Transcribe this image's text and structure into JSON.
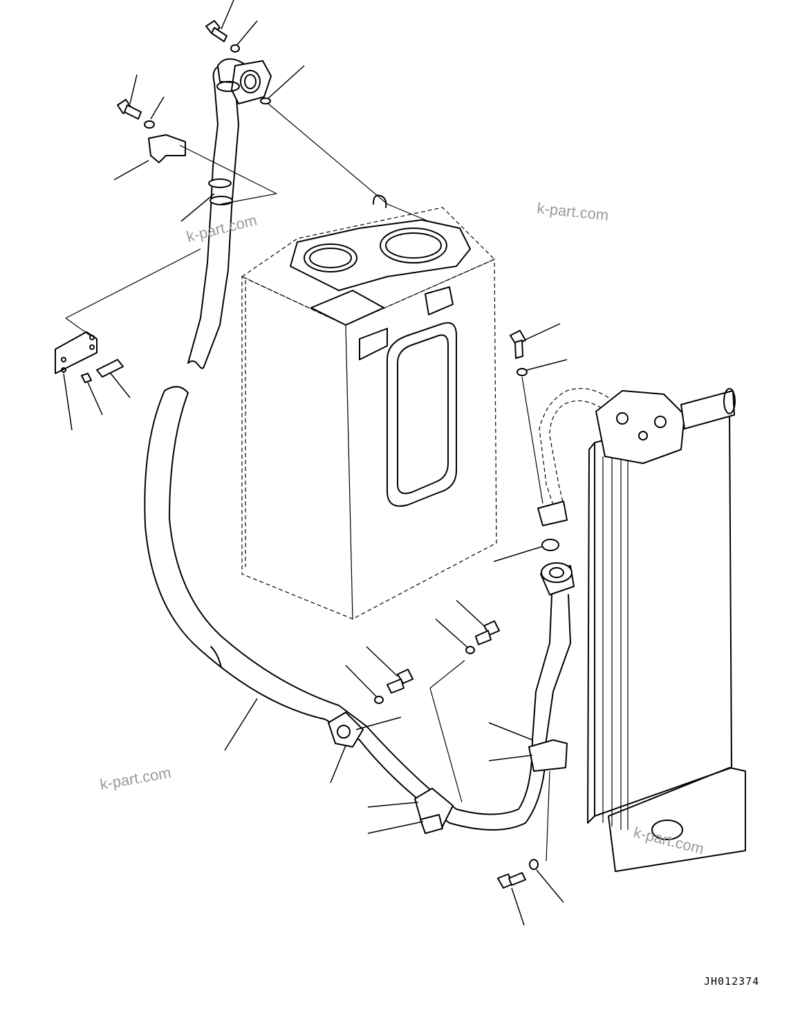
{
  "drawing_code": "JH012374",
  "watermarks": [
    "k-part.com",
    "k-part.com",
    "k-part.com",
    "k-part.com"
  ]
}
